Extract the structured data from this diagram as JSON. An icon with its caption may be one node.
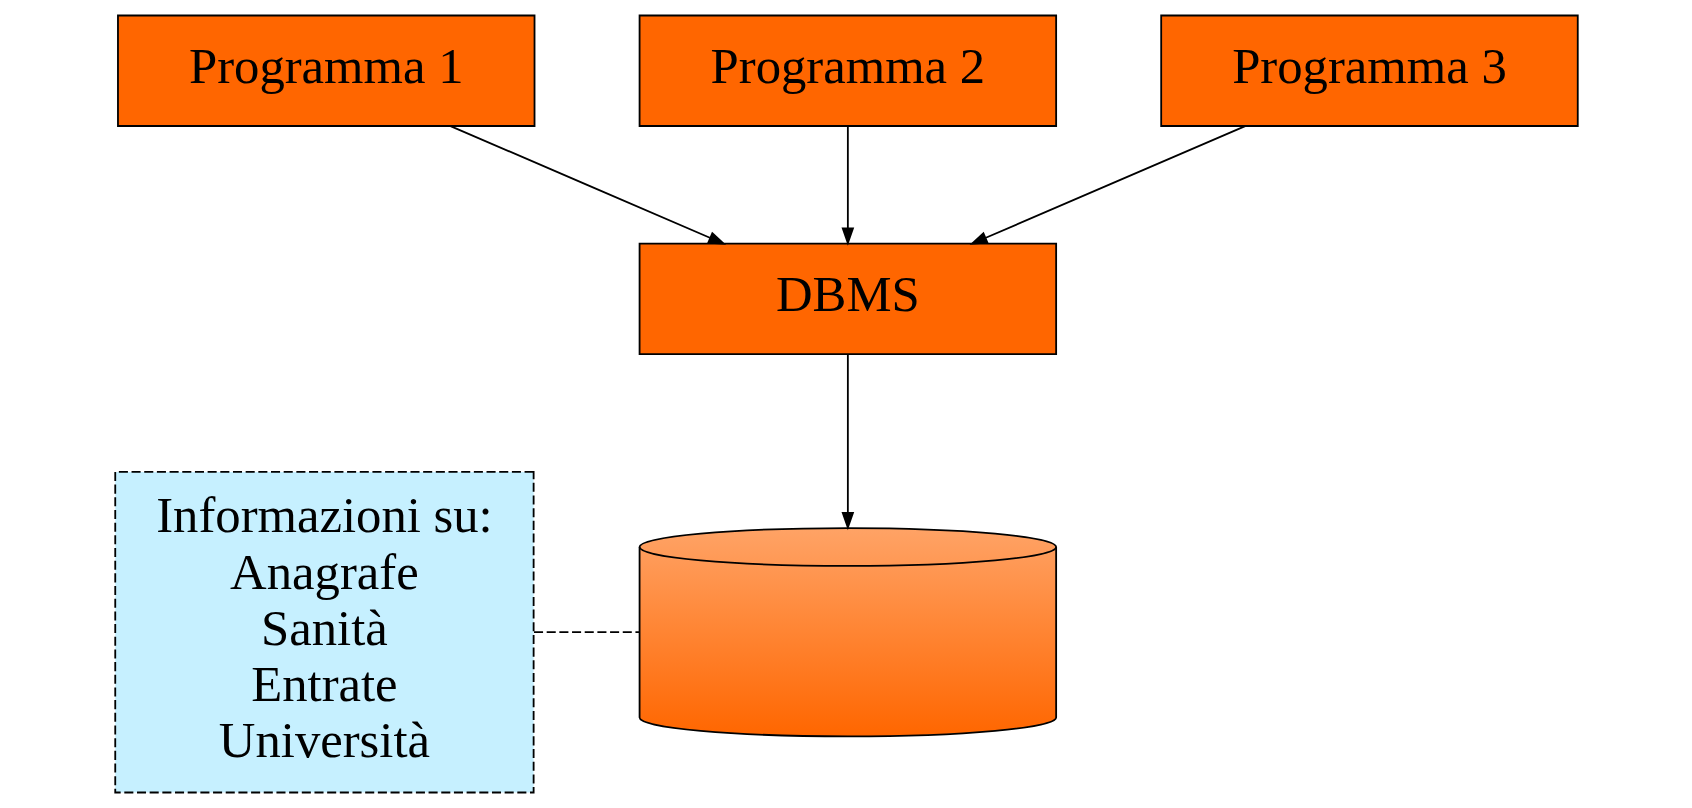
{
  "diagram": {
    "nodes": [
      {
        "text": [
          "Programma 1"
        ]
      },
      {
        "text": [
          "Programma 2"
        ]
      },
      {
        "text": [
          "Programma 3"
        ]
      },
      {
        "text": [
          "DBMS"
        ]
      },
      {
        "text": [],
        "shape": "cylinder"
      },
      {
        "text": [
          "Informazioni su:",
          "Anagrafe",
          "Sanità",
          "Entrate",
          "Università"
        ]
      }
    ],
    "edges": [
      {
        "from": 0,
        "to": 3,
        "arrow": "to"
      },
      {
        "from": 1,
        "to": 3,
        "arrow": "to"
      },
      {
        "from": 2,
        "to": 3,
        "arrow": "to"
      },
      {
        "from": 3,
        "to": 4,
        "arrow": "to"
      },
      {
        "from": 5,
        "to": 4,
        "arrow": "none",
        "style": "dashed"
      }
    ]
  }
}
